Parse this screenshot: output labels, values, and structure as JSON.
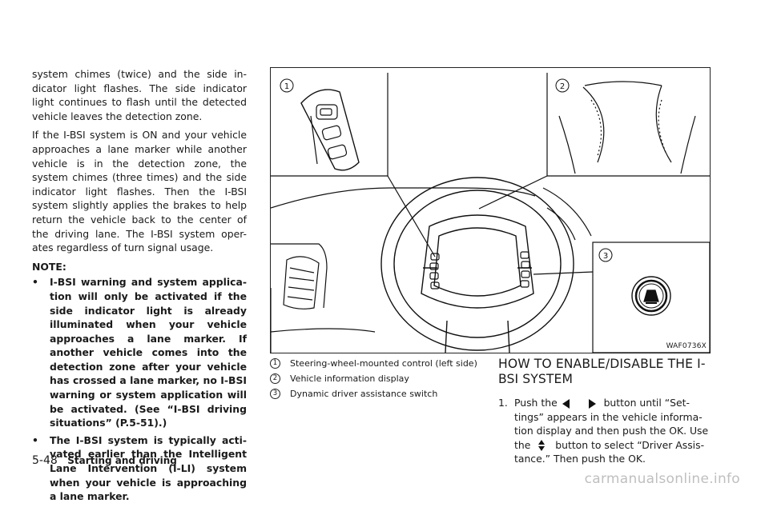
{
  "body_text": {
    "p1": "system chimes (twice) and the side in-dicator light flashes. The side indicator light continues to flash until the detected vehicle leaves the detection zone.",
    "p2": "If the I-BSI system is ON and your vehicle approaches a lane marker while another vehicle is in the detection zone, the system chimes (three times) and the side indicator light flashes. Then the I-BSI system slightly applies the brakes to help return the vehicle back to the center of the driving lane. The I-BSI system oper-ates regardless of turn signal usage.",
    "note_title": "NOTE:",
    "bullet_marker": "•",
    "notes": [
      "I-BSI warning and system applica-tion will only be activated if the side indicator light is already illuminated when your vehicle approaches a lane marker. If another vehicle comes into the detection zone after your vehicle has crossed a lane marker, no I-BSI warning or system application will be activated. (See “I-BSI driving situations” (P.5-51).)",
      "The I-BSI system is typically acti-vated earlier than the Intelligent Lane Intervention (I-LI) system when your vehicle is approaching a lane marker."
    ]
  },
  "figure": {
    "id": "WAF0736X",
    "callouts": [
      "1",
      "2",
      "3"
    ]
  },
  "legend": [
    {
      "num": "1",
      "text": "Steering-wheel-mounted control (left side)"
    },
    {
      "num": "2",
      "text": "Vehicle information display"
    },
    {
      "num": "3",
      "text": "Dynamic driver assistance switch"
    }
  ],
  "section": {
    "title": "HOW TO ENABLE/DISABLE THE I-BSI SYSTEM",
    "step_number": "1.",
    "step_part1": "Push the",
    "step_part2": "button until “Set-tings” appears in the vehicle informa-tion display and then push the OK. Use the",
    "step_part3": "button to select “Driver Assis-tance.” Then push the OK."
  },
  "footer": {
    "page": "5-48",
    "section_name": "Starting and driving"
  },
  "watermark": "carmanualsonline.info"
}
